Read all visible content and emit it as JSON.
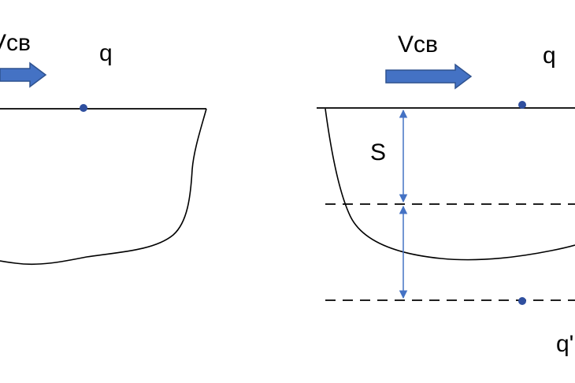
{
  "left_panel": {
    "velocity_label": "Vсв",
    "source_label": "q"
  },
  "right_panel": {
    "velocity_label": "Vсв",
    "source_label": "q",
    "distance_label": "S",
    "image_source_label": "q'"
  },
  "colors": {
    "arrow": "#4472c4",
    "arrow_edge": "#2f528f",
    "point": "#2f4f9f",
    "dimension_line": "#4472c4",
    "outline": "#000000"
  }
}
